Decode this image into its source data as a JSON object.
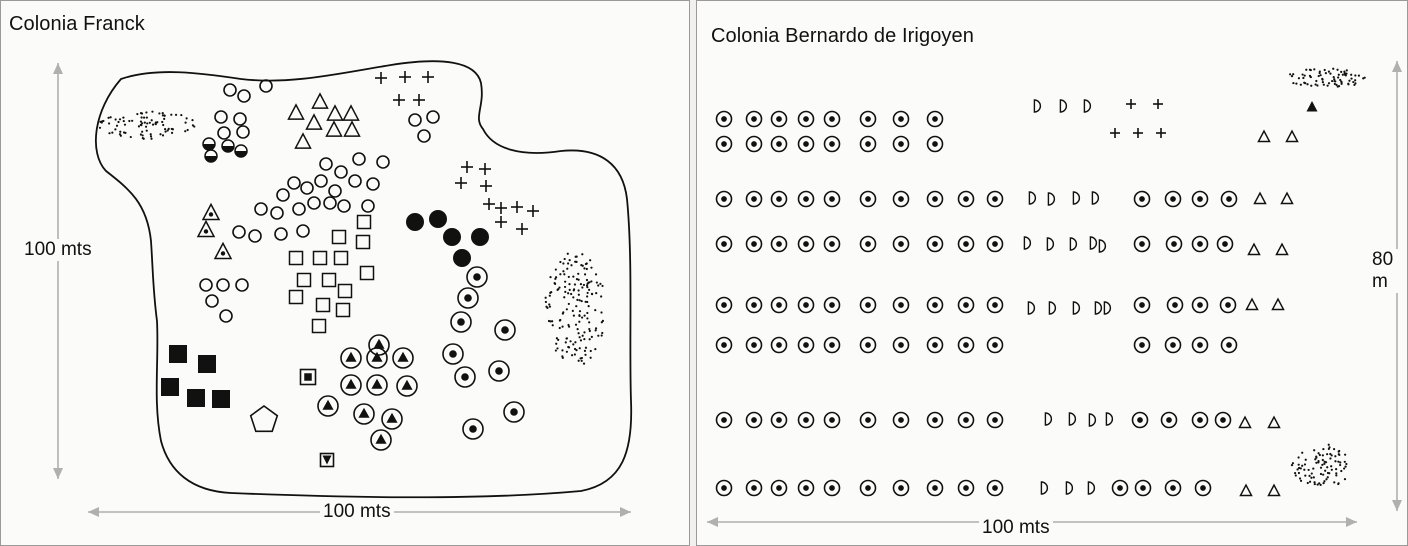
{
  "panels": {
    "franck": {
      "title": "Colonia Franck",
      "scale_vertical": "100 mts",
      "scale_horizontal": "100 mts"
    },
    "irigoyen": {
      "title": "Colonia Bernardo de Irigoyen",
      "scale_vertical": "80 m",
      "scale_horizontal": "100 mts"
    }
  },
  "colors": {
    "ink": "#111111",
    "arrow": "#b0b0b0",
    "paper": "#fbfbf9"
  }
}
